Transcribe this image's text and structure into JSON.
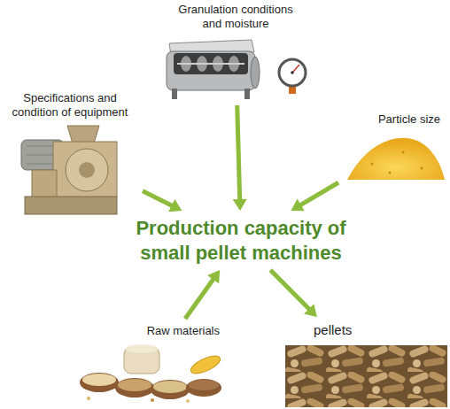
{
  "diagram": {
    "nodes": [
      {
        "text": [
          "Granulation conditions and moisture"
        ]
      },
      {
        "text": [
          "Specifications and condition of equipment"
        ]
      },
      {
        "text": [
          "Particle size"
        ]
      },
      {
        "text": [
          "Production capacity of small pellet machines"
        ]
      },
      {
        "text": [
          "Raw materials"
        ]
      },
      {
        "text": [
          "pellets"
        ]
      }
    ],
    "edges": [
      {
        "from": 0,
        "to": 3,
        "arrow": "to"
      },
      {
        "from": 1,
        "to": 3,
        "arrow": "to"
      },
      {
        "from": 2,
        "to": 3,
        "arrow": "to"
      },
      {
        "from": 4,
        "to": 3,
        "arrow": "to"
      },
      {
        "from": 3,
        "to": 5,
        "arrow": "to"
      }
    ]
  }
}
